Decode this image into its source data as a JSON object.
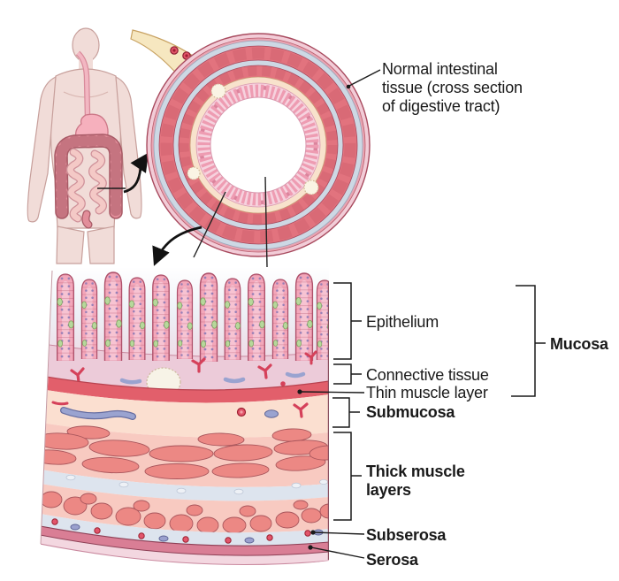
{
  "illustration": {
    "title": {
      "line1": "Normal intestinal",
      "line2": "tissue (cross section",
      "line3": "of digestive tract)"
    },
    "layer_labels": {
      "epithelium": "Epithelium",
      "connective_tissue": "Connective tissue",
      "thin_muscle": "Thin muscle layer",
      "submucosa": "Submucosa",
      "mucosa": "Mucosa",
      "thick_muscle_line1": "Thick muscle",
      "thick_muscle_line2": "layers",
      "subserosa": "Subserosa",
      "serosa": "Serosa"
    },
    "colors": {
      "muscle_red": "#e2737e",
      "subserosa_blue": "#cdd8e4",
      "submucosa_cream": "#f8e2cc",
      "mucosa_pink": "#f6d2de",
      "villi_pink": "#f3a7ba",
      "serosa_rose": "#d97e95",
      "skin": "#f1dcd8",
      "intestine_pink": "#e28e9a",
      "mesentery_cream": "#f6e7c0",
      "vessel_red": "#d5415a",
      "vessel_blue": "#9aa3d0",
      "goblet_green": "#b7d89b",
      "annotation_ink": "#1a1a1a"
    }
  }
}
